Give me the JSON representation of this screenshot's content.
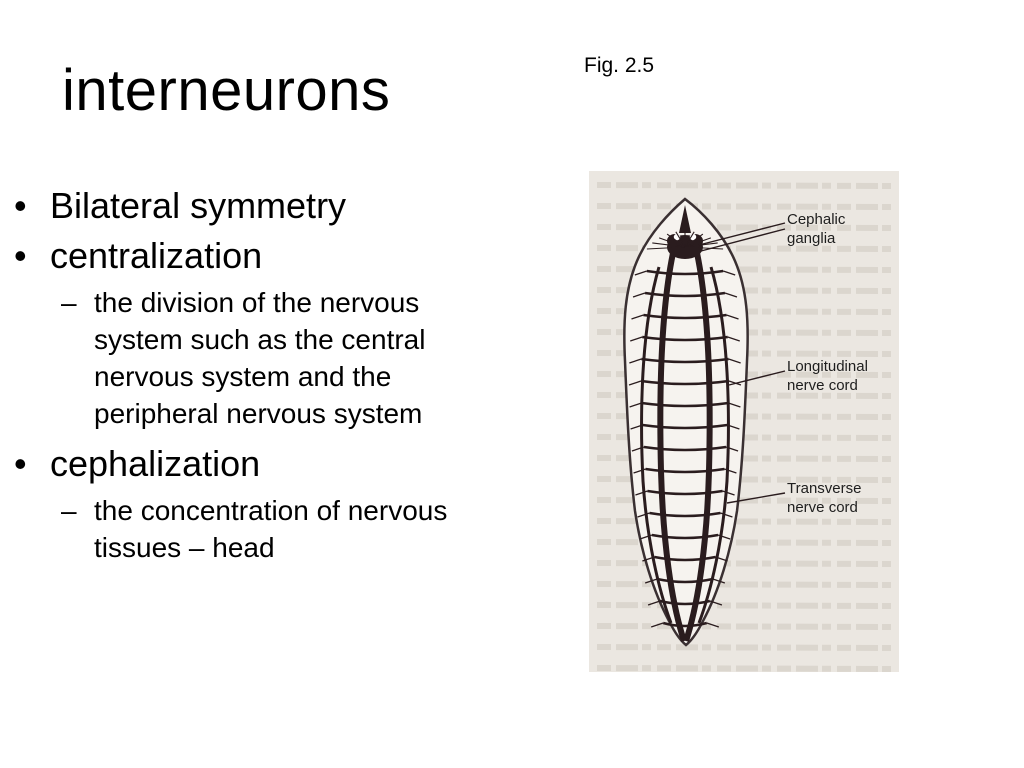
{
  "slide": {
    "title": "interneurons",
    "figure_caption": "Fig. 2.5",
    "bullets": [
      {
        "text": "Bilateral symmetry",
        "subitems": []
      },
      {
        "text": "centralization",
        "subitems": [
          "the division of the nervous system such as the central nervous system and the peripheral nervous system"
        ]
      },
      {
        "text": "cephalization",
        "subitems": [
          "the concentration of nervous tissues – head"
        ]
      }
    ],
    "bullet_glyph": "•",
    "sub_bullet_glyph": "–"
  },
  "figure": {
    "labels": {
      "cephalic_ganglia": [
        "Cephalic",
        "ganglia"
      ],
      "longitudinal_nerve_cord": [
        "Longitudinal",
        "nerve cord"
      ],
      "transverse_nerve_cord": [
        "Transverse",
        "nerve cord"
      ]
    },
    "colors": {
      "background": "#ebe7e1",
      "nerve": "#2a1c1e",
      "body_outline": "#3a3032",
      "ghost_text": "#cfc9c0"
    }
  }
}
